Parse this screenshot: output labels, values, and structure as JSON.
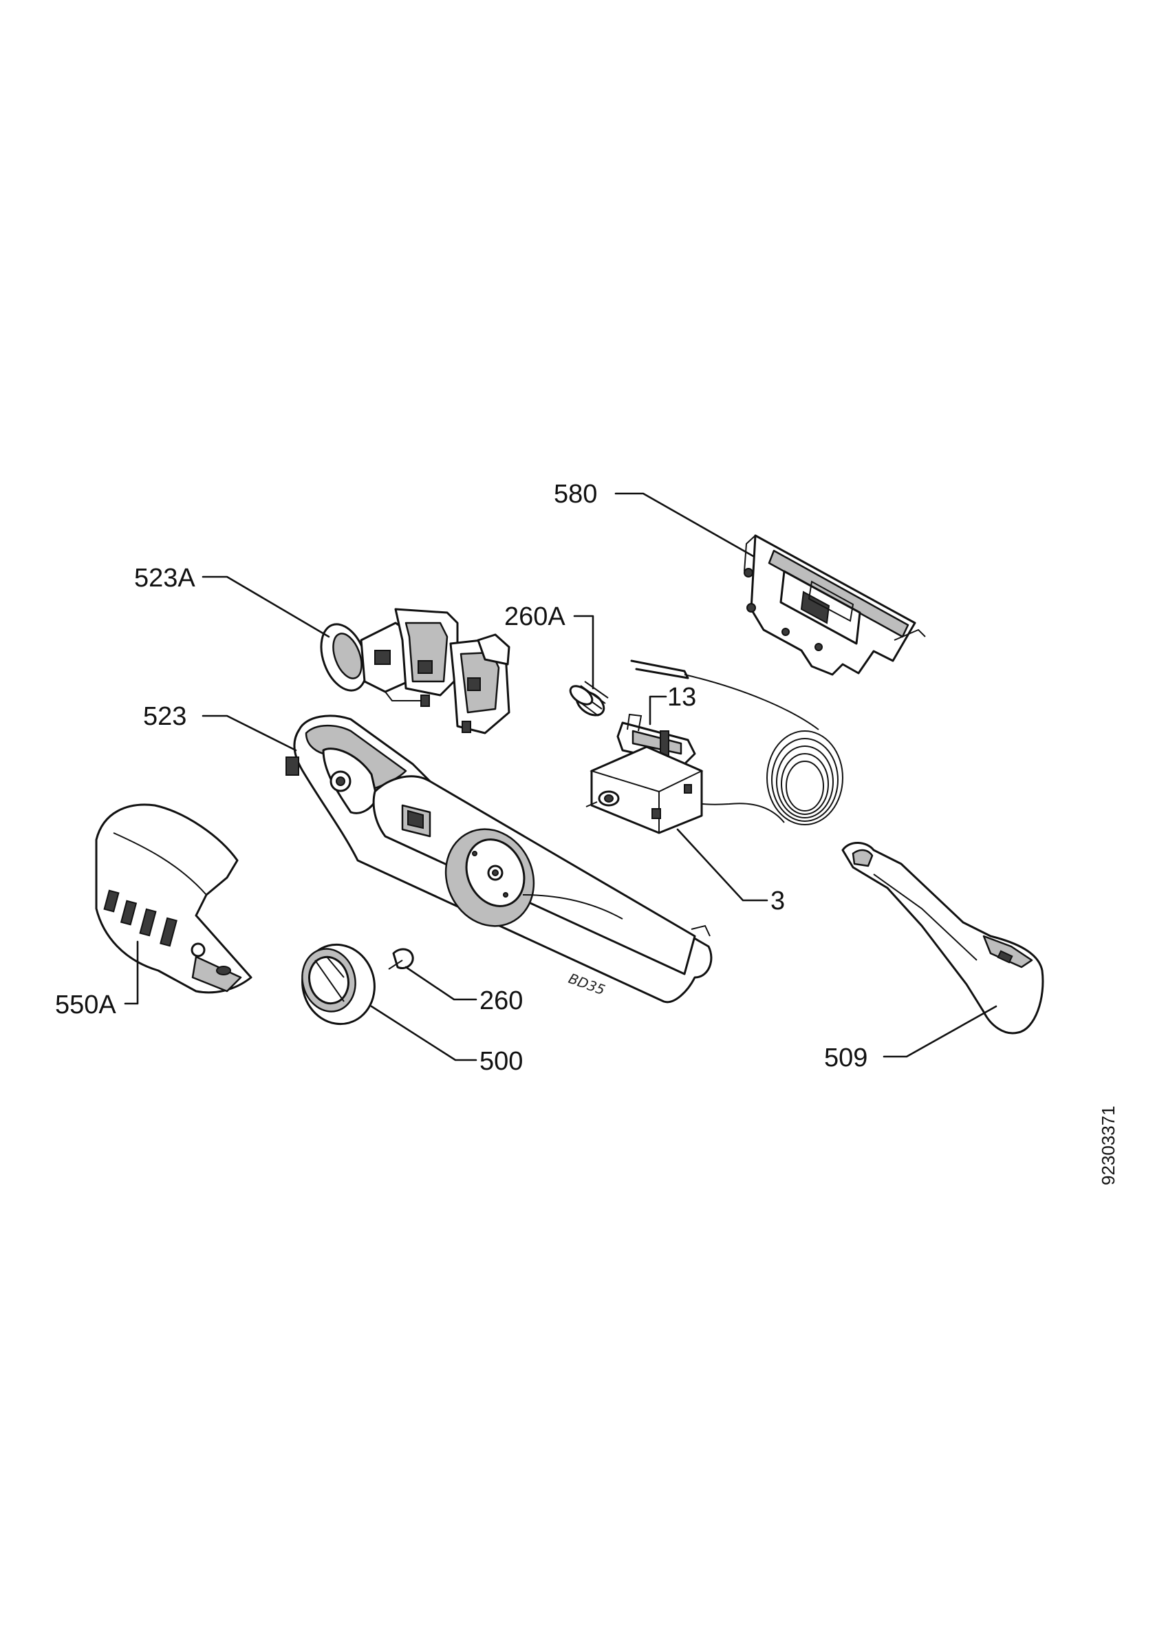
{
  "labels": {
    "p580": "580",
    "p523A": "523A",
    "p260A": "260A",
    "p13": "13",
    "p523": "523",
    "p3": "3",
    "p550A": "550A",
    "p260": "260",
    "p500": "500",
    "p509": "509"
  },
  "handwritten_mark": "BD35",
  "document_number": "92303371",
  "colors": {
    "ink": "#111111",
    "shading": "#bdbdbd",
    "paper": "#ffffff"
  }
}
